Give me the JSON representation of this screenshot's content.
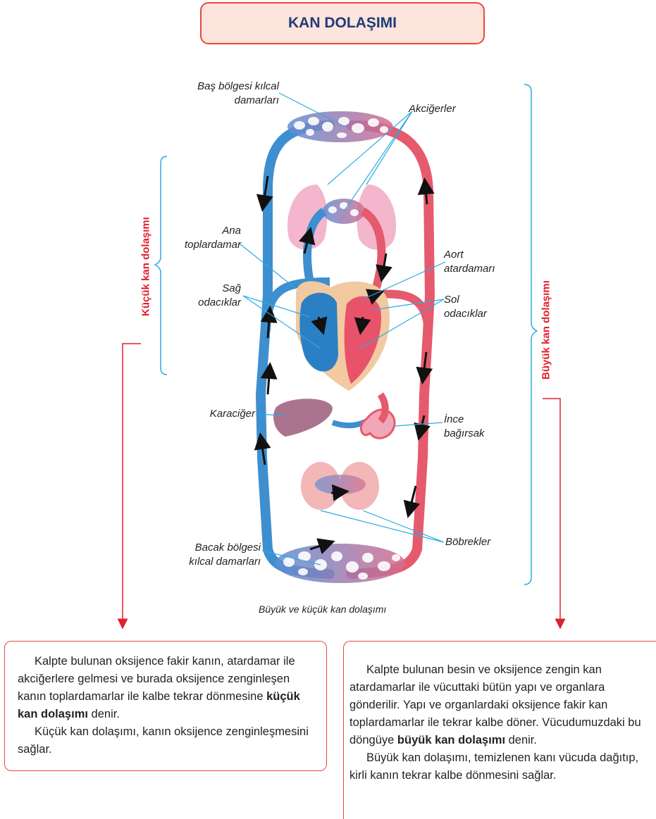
{
  "title": "KAN DOLAŞIMI",
  "labels": {
    "head_capillaries_1": "Baş bölgesi kılcal",
    "head_capillaries_2": "damarları",
    "lungs": "Akciğerler",
    "vein_1": "Ana",
    "vein_2": "toplardamar",
    "aorta_1": "Aort",
    "aorta_2": "atardamarı",
    "right_chambers_1": "Sağ",
    "right_chambers_2": "odacıklar",
    "left_chambers_1": "Sol",
    "left_chambers_2": "odacıklar",
    "liver": "Karaciğer",
    "intestine_1": "İnce",
    "intestine_2": "bağırsak",
    "kidneys": "Böbrekler",
    "leg_capillaries_1": "Bacak bölgesi",
    "leg_capillaries_2": "kılcal damarları"
  },
  "side_labels": {
    "small": "Küçük kan dolaşımı",
    "large": "Büyük kan dolaşımı"
  },
  "caption": "Büyük ve küçük kan dolaşımı",
  "small_box": {
    "p1_a": "Kalpte bulunan oksijence fakir kanın, atardamar ile akciğerlere gelmesi ve burada oksijence zenginleşen kanın toplardamarlar ile kalbe tekrar dönmesine ",
    "p1_bold": "küçük kan dolaşımı",
    "p1_b": " denir.",
    "p2": "Küçük kan dolaşımı, kanın oksijence zenginleşmesini sağlar."
  },
  "large_box": {
    "p1_a": "Kalpte bulunan besin ve oksijence zengin kan atardamarlar ile vücuttaki bütün yapı ve organlara gönderilir. Yapı ve organlardaki oksijence fakir kan toplardamarlar ile tekrar kalbe döner. Vücudumuzdaki bu döngüye ",
    "p1_bold": "büyük kan dolaşımı",
    "p1_b": " denir.",
    "p2": "Büyük kan dolaşımı, temizlenen kanı vücuda dağıtıp, kirli kanın tekrar kalbe dönmesini sağlar."
  },
  "colors": {
    "accent_red": "#e0202e",
    "title_blue": "#1f3c7a",
    "vein_blue": "#3d8fd0",
    "artery_red": "#e55a6c",
    "pointer_blue": "#29abe2"
  }
}
